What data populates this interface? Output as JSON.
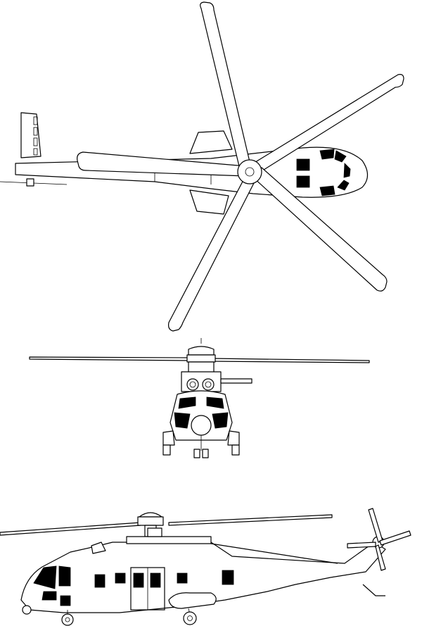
{
  "drawing": {
    "subject": "helicopter-three-view",
    "views": [
      "top",
      "front",
      "side"
    ],
    "colors": {
      "line": "#000000",
      "background": "#ffffff",
      "glazing": "#000000"
    }
  }
}
